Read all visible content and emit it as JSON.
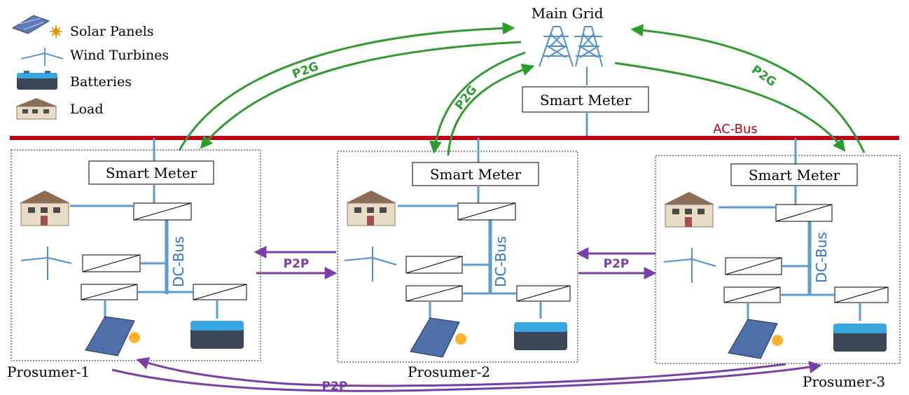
{
  "legend": {
    "solar": "Solar Panels",
    "wind": "Wind Turbines",
    "batteries": "Batteries",
    "load": "Load"
  },
  "grid": {
    "title": "Main Grid",
    "meter": "Smart Meter",
    "bus": "AC-Bus"
  },
  "prosumers": [
    {
      "name": "Prosumer-1",
      "meter": "Smart Meter",
      "bus": "DC-Bus"
    },
    {
      "name": "Prosumer-2",
      "meter": "Smart Meter",
      "bus": "DC-Bus"
    },
    {
      "name": "Prosumer-3",
      "meter": "Smart Meter",
      "bus": "DC-Bus"
    }
  ],
  "flows": {
    "p2g": [
      "P2G",
      "P2G",
      "P2G"
    ],
    "p2p": [
      "P2P",
      "P2P",
      "P2P"
    ]
  },
  "colors": {
    "ac_bus": "#c0001a",
    "dc_bus": "#5b9bd5",
    "p2g": "#2e9b2e",
    "p2p": "#7a3fa6",
    "tower": "#4f8fd0"
  }
}
